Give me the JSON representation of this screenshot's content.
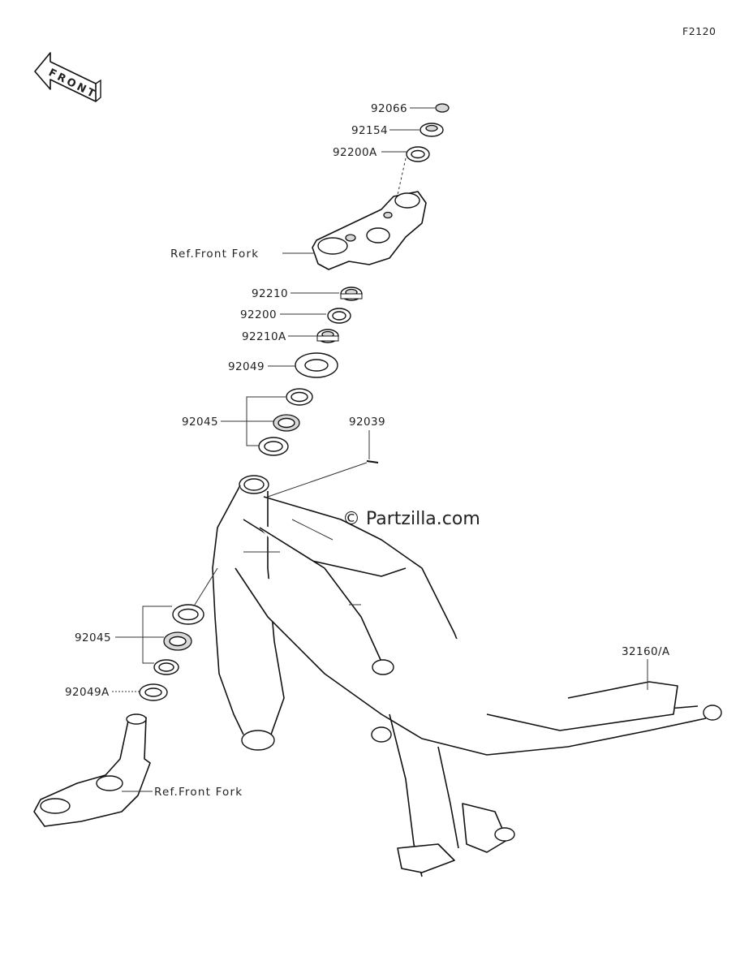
{
  "figure_code": "F2120",
  "front_arrow_label": "FRONT",
  "watermark": "© Partzilla.com",
  "callouts": {
    "c92066": "92066",
    "c92154": "92154",
    "c92200A": "92200A",
    "ref_upper": "Ref.Front Fork",
    "c92210": "92210",
    "c92200": "92200",
    "c92210A": "92210A",
    "c92049": "92049",
    "c92045_upper": "92045",
    "c92039": "92039",
    "c92045_lower": "92045",
    "c92049A": "92049A",
    "ref_lower": "Ref.Front Fork",
    "c32160A": "32160/A"
  }
}
